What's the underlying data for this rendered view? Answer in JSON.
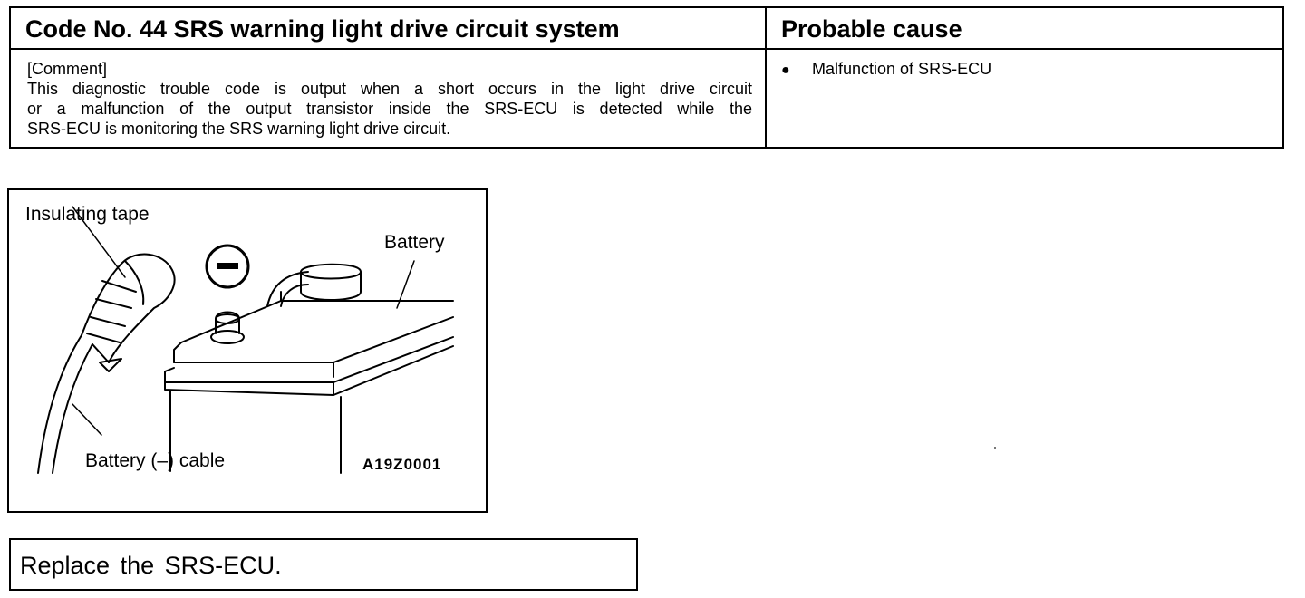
{
  "code_table": {
    "heading": "Code No. 44 SRS warning light drive circuit system",
    "probable_cause_heading": "Probable cause",
    "comment_label": "[Comment]",
    "comment_lines": [
      "This diagnostic trouble code is output when a short occurs in the light drive circuit",
      "or a malfunction of the output transistor inside the SRS-ECU is detected while the",
      "SRS-ECU is monitoring the SRS warning light drive circuit."
    ],
    "causes": [
      "Malfunction of SRS-ECU"
    ]
  },
  "figure": {
    "labels": {
      "insulating_tape": "Insulating tape",
      "battery": "Battery",
      "battery_cable": "Battery (–) cable",
      "figure_code": "A19Z0001"
    },
    "negative_symbol": "minus-sign-icon"
  },
  "action": {
    "text": "Replace the SRS-ECU."
  }
}
